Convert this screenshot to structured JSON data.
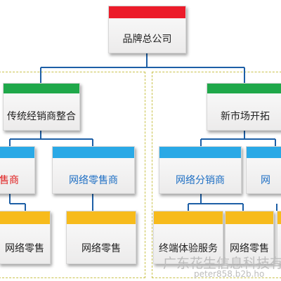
{
  "diagram": {
    "root": {
      "label": "品牌总公司"
    },
    "branches": {
      "left": {
        "label": "传统经销商整合"
      },
      "right": {
        "label": "新市场开拓"
      }
    },
    "channels": {
      "left_partial": {
        "label": "售商"
      },
      "left_online": {
        "label": "网络零售商"
      },
      "right_online": {
        "label": "网络分销商"
      },
      "right_partial": {
        "label": "网"
      }
    },
    "outlets": {
      "l1": {
        "label": "网络零售"
      },
      "l2": {
        "label": "网络零售"
      },
      "r1": {
        "label": "终端体验服务"
      },
      "r2": {
        "label": "网络零售"
      }
    }
  },
  "watermark": {
    "line1": "广东花生信息科技有",
    "line2": "peter858.b2b.ho"
  },
  "colors": {
    "root_bar": "#ec1c2a",
    "branch_bar": "#1fa84a",
    "channel_bar": "#2aa9e6",
    "outlet_bar": "#f7bb1c",
    "connector": "#1d5fa6",
    "group_border": "#c9c24a"
  }
}
